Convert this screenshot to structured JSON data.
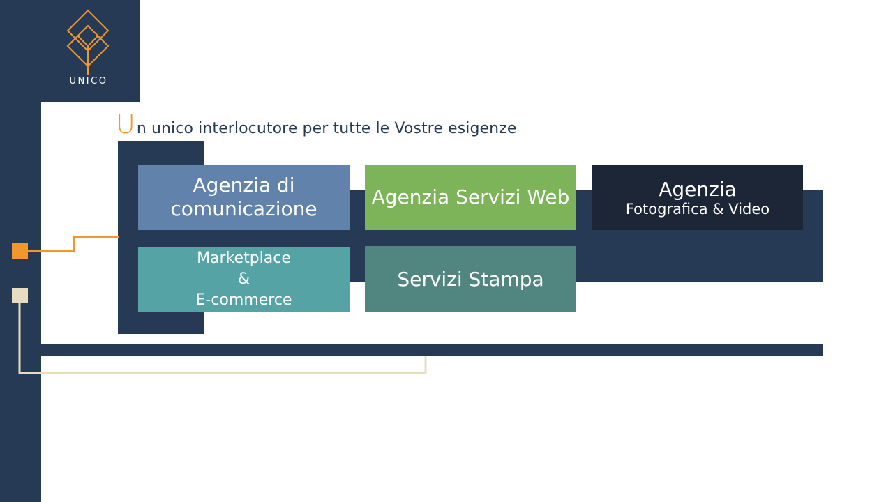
{
  "brand": {
    "name": "UNICO"
  },
  "headline": {
    "initial": "U",
    "rest": "n unico interlocutore per tutte le Vostre esigenze"
  },
  "tiles": [
    {
      "id": "comunicazione",
      "lines": [
        "Agenzia di comunicazione"
      ]
    },
    {
      "id": "web",
      "lines": [
        "Agenzia Servizi Web"
      ]
    },
    {
      "id": "foto",
      "lines": [
        "Agenzia",
        "Fotografica & Video"
      ]
    },
    {
      "id": "marketplace",
      "lines": [
        "Marketplace",
        "&",
        "E-commerce"
      ]
    },
    {
      "id": "stampa",
      "lines": [
        "Servizi Stampa"
      ]
    }
  ],
  "colors": {
    "navy": "#263a56",
    "orange": "#f2962e",
    "beige": "#e8dcc0",
    "tile_comunicazione": "#6182aa",
    "tile_web": "#7db45a",
    "tile_foto": "#1c2636",
    "tile_marketplace": "#55a3a4",
    "tile_stampa": "#518580"
  }
}
